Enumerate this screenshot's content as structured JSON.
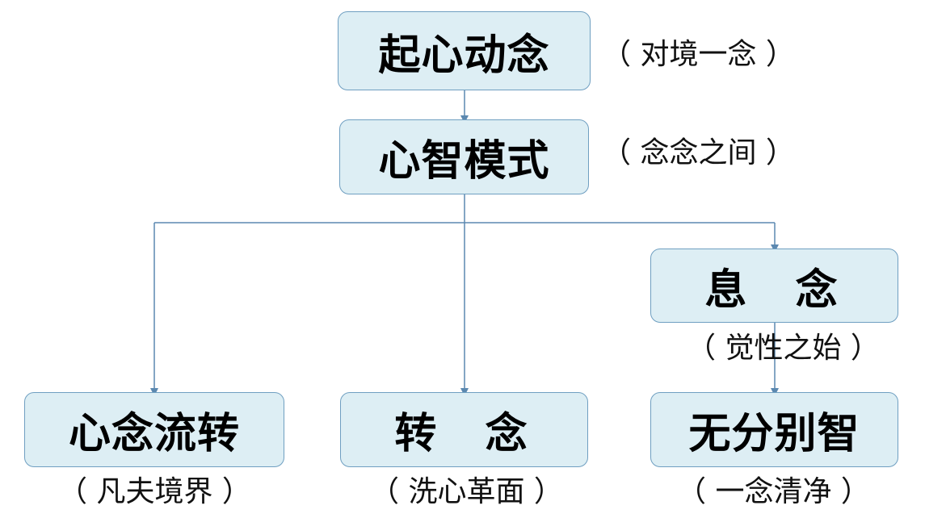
{
  "diagram": {
    "nodes": {
      "qixin": {
        "label": "起心动念",
        "note": "（ 对境一念 ）"
      },
      "xinzhi": {
        "label": "心智模式",
        "note": "（ 念念之间 ）"
      },
      "xinian": {
        "label": "息  念",
        "note": "（ 觉性之始 ）"
      },
      "xinnian": {
        "label": "心念流转",
        "note": "（ 凡夫境界 ）"
      },
      "zhuannian": {
        "label": "转  念",
        "note": "（ 洗心革面 ）"
      },
      "wufenbie": {
        "label": "无分别智",
        "note": "（ 一念清净 ）"
      }
    },
    "colors": {
      "box_fill": "#ddeef4",
      "box_border": "#6f9fc1",
      "connector": "#5b88b0"
    }
  }
}
